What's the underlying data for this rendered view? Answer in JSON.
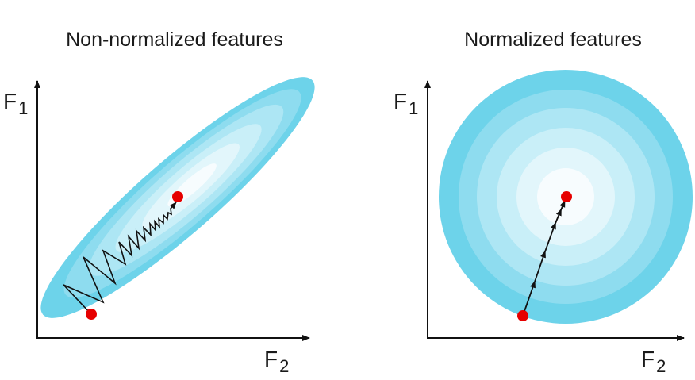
{
  "left_panel": {
    "title": "Non-normalized features",
    "y_axis_label": {
      "base": "F",
      "sub": "1"
    },
    "x_axis_label": {
      "base": "F",
      "sub": "2"
    }
  },
  "right_panel": {
    "title": "Normalized features",
    "y_axis_label": {
      "base": "F",
      "sub": "1"
    },
    "x_axis_label": {
      "base": "F",
      "sub": "2"
    }
  },
  "colors": {
    "contours": [
      "#6dd3ea",
      "#8edcef",
      "#acE6f4",
      "#c8eff8",
      "#e1f6fb",
      "#f6fcfe"
    ],
    "point": "#e60000",
    "path": "#111111",
    "axis": "#111111"
  }
}
